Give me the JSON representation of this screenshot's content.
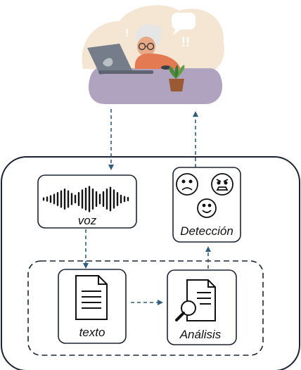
{
  "nodes": {
    "voice": {
      "label": "voz",
      "icon": "waveform-icon"
    },
    "text": {
      "label": "texto",
      "icon": "document-icon"
    },
    "analysis": {
      "label": "Análisis",
      "icon": "document-search-icon"
    },
    "detection": {
      "label": "Detección",
      "icons": [
        "sad-face-icon",
        "angry-face-icon",
        "smiling-face-icon"
      ]
    }
  },
  "illustration": {
    "name": "elderly-woman-at-laptop",
    "exclamations": [
      "!",
      "!!"
    ]
  },
  "colors": {
    "outline": "#1c2433",
    "arrow": "#2f5d7c",
    "desk": "#b0a3bf",
    "cloud": "#f5e5d3",
    "shirt": "#e47a52",
    "laptop": "#757c8a"
  }
}
